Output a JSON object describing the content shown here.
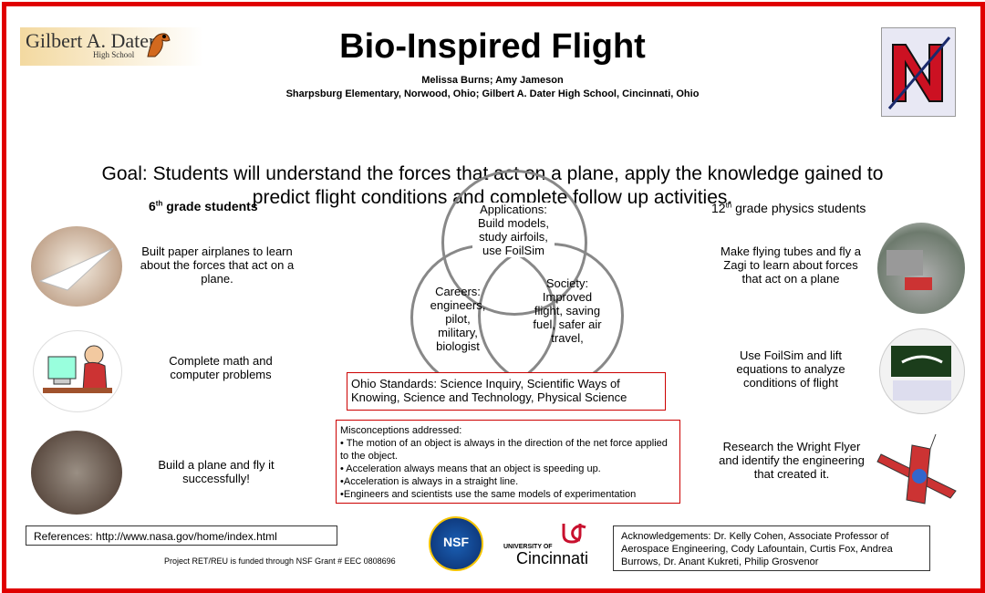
{
  "header": {
    "title": "Bio-Inspired Flight",
    "authors": "Melissa Burns; Amy Jameson",
    "affiliations": "Sharpsburg Elementary, Norwood, Ohio; Gilbert A. Dater High School, Cincinnati, Ohio",
    "logo_left_text": "Gilbert A. Dater",
    "logo_left_sub": "High School"
  },
  "goal": "Goal: Students will understand the forces that act on a plane, apply the knowledge gained to predict flight conditions and complete follow up activities.",
  "left": {
    "heading_num": "6",
    "heading_sup": "th",
    "heading_rest": " grade students",
    "item1": "Built paper airplanes to learn about the forces that act on a plane.",
    "item2": "Complete math and computer problems",
    "item3": "Build a plane and fly it successfully!"
  },
  "right": {
    "heading_num": "12",
    "heading_sup": "th",
    "heading_rest": " grade physics students",
    "item1": "Make flying tubes and fly a Zagi to learn about forces that act on a plane",
    "item2": "Use FoilSim and lift equations to analyze conditions of flight",
    "item3": "Research the Wright Flyer and identify the engineering that created it."
  },
  "venn": {
    "applications": "Applications: Build models, study airfoils, use FoilSim",
    "careers": "Careers: engineers, pilot, military, biologist",
    "society": "Society: Improved flight, saving fuel, safer air travel,"
  },
  "standards": "Ohio Standards: Science Inquiry, Scientific Ways of Knowing, Science and Technology, Physical Science",
  "misconceptions": {
    "heading": "Misconceptions addressed:",
    "items": [
      "• The motion of an object is always in the direction of the net force applied to the object.",
      "• Acceleration always means that an object is speeding up.",
      "•Acceleration is always in a straight line.",
      "•Engineers and scientists use the same models of experimentation"
    ]
  },
  "footer": {
    "references": "References: http://www.nasa.gov/home/index.html",
    "funding": "Project RET/REU is funded through NSF Grant # EEC 0808696",
    "uc_small": "UNIVERSITY OF",
    "uc_big": "Cincinnati",
    "acknowledgements": "Acknowledgements: Dr. Kelly Cohen, Associate Professor of Aerospace Engineering, Cody Lafountain, Curtis Fox, Andrea Burrows, Dr. Anant Kukreti, Philip Grosvenor",
    "nsf": "NSF"
  },
  "colors": {
    "border": "#e00000",
    "venn": "#888888",
    "uc_red": "#c8102e"
  }
}
